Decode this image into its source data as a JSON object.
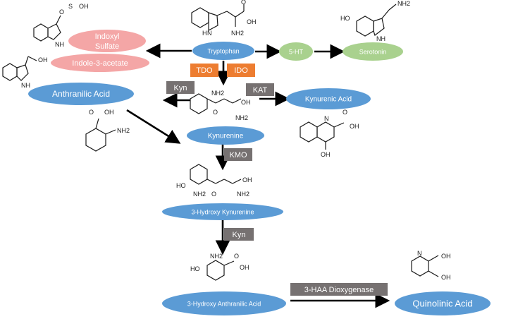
{
  "nodes": {
    "tryptophan": "Tryptophan",
    "five_ht": "5-HT",
    "serotonin": "Serotonin",
    "indoxyl_sulfate_line1": "Indoxyl",
    "indoxyl_sulfate_line2": "Sulfate",
    "indole_3_acetate": "Indole-3-acetate",
    "anthranilic_acid": "Anthranilic Acid",
    "kynurenic_acid": "Kynurenic Acid",
    "kynurenine": "Kynurenine",
    "hydroxy_kynurenine": "3-Hydroxy Kynurenine",
    "hydroxy_anthranilic_acid": "3-Hydroxy Anthranilic Acid",
    "quinolinic_acid": "Quinolinic Acid"
  },
  "enzymes": {
    "tdo": "TDO",
    "ido": "IDO",
    "kyn_top": "Kyn",
    "kat": "KAT",
    "kmo": "KMO",
    "kyn_mid": "Kyn",
    "haa_dioxygenase": "3-HAA Dioxygenase"
  },
  "atoms": {
    "oh": "OH",
    "ho": "HO",
    "nh2": "NH2",
    "nh": "NH",
    "n": "N",
    "o": "O",
    "s": "S",
    "h": "H"
  },
  "colors": {
    "blue_node": "#5b9bd5",
    "green_node": "#a9d18e",
    "pink_node": "#f4a6a6",
    "orange_enzyme": "#ed7d31",
    "gray_enzyme": "#767171",
    "arrow": "#000000"
  }
}
